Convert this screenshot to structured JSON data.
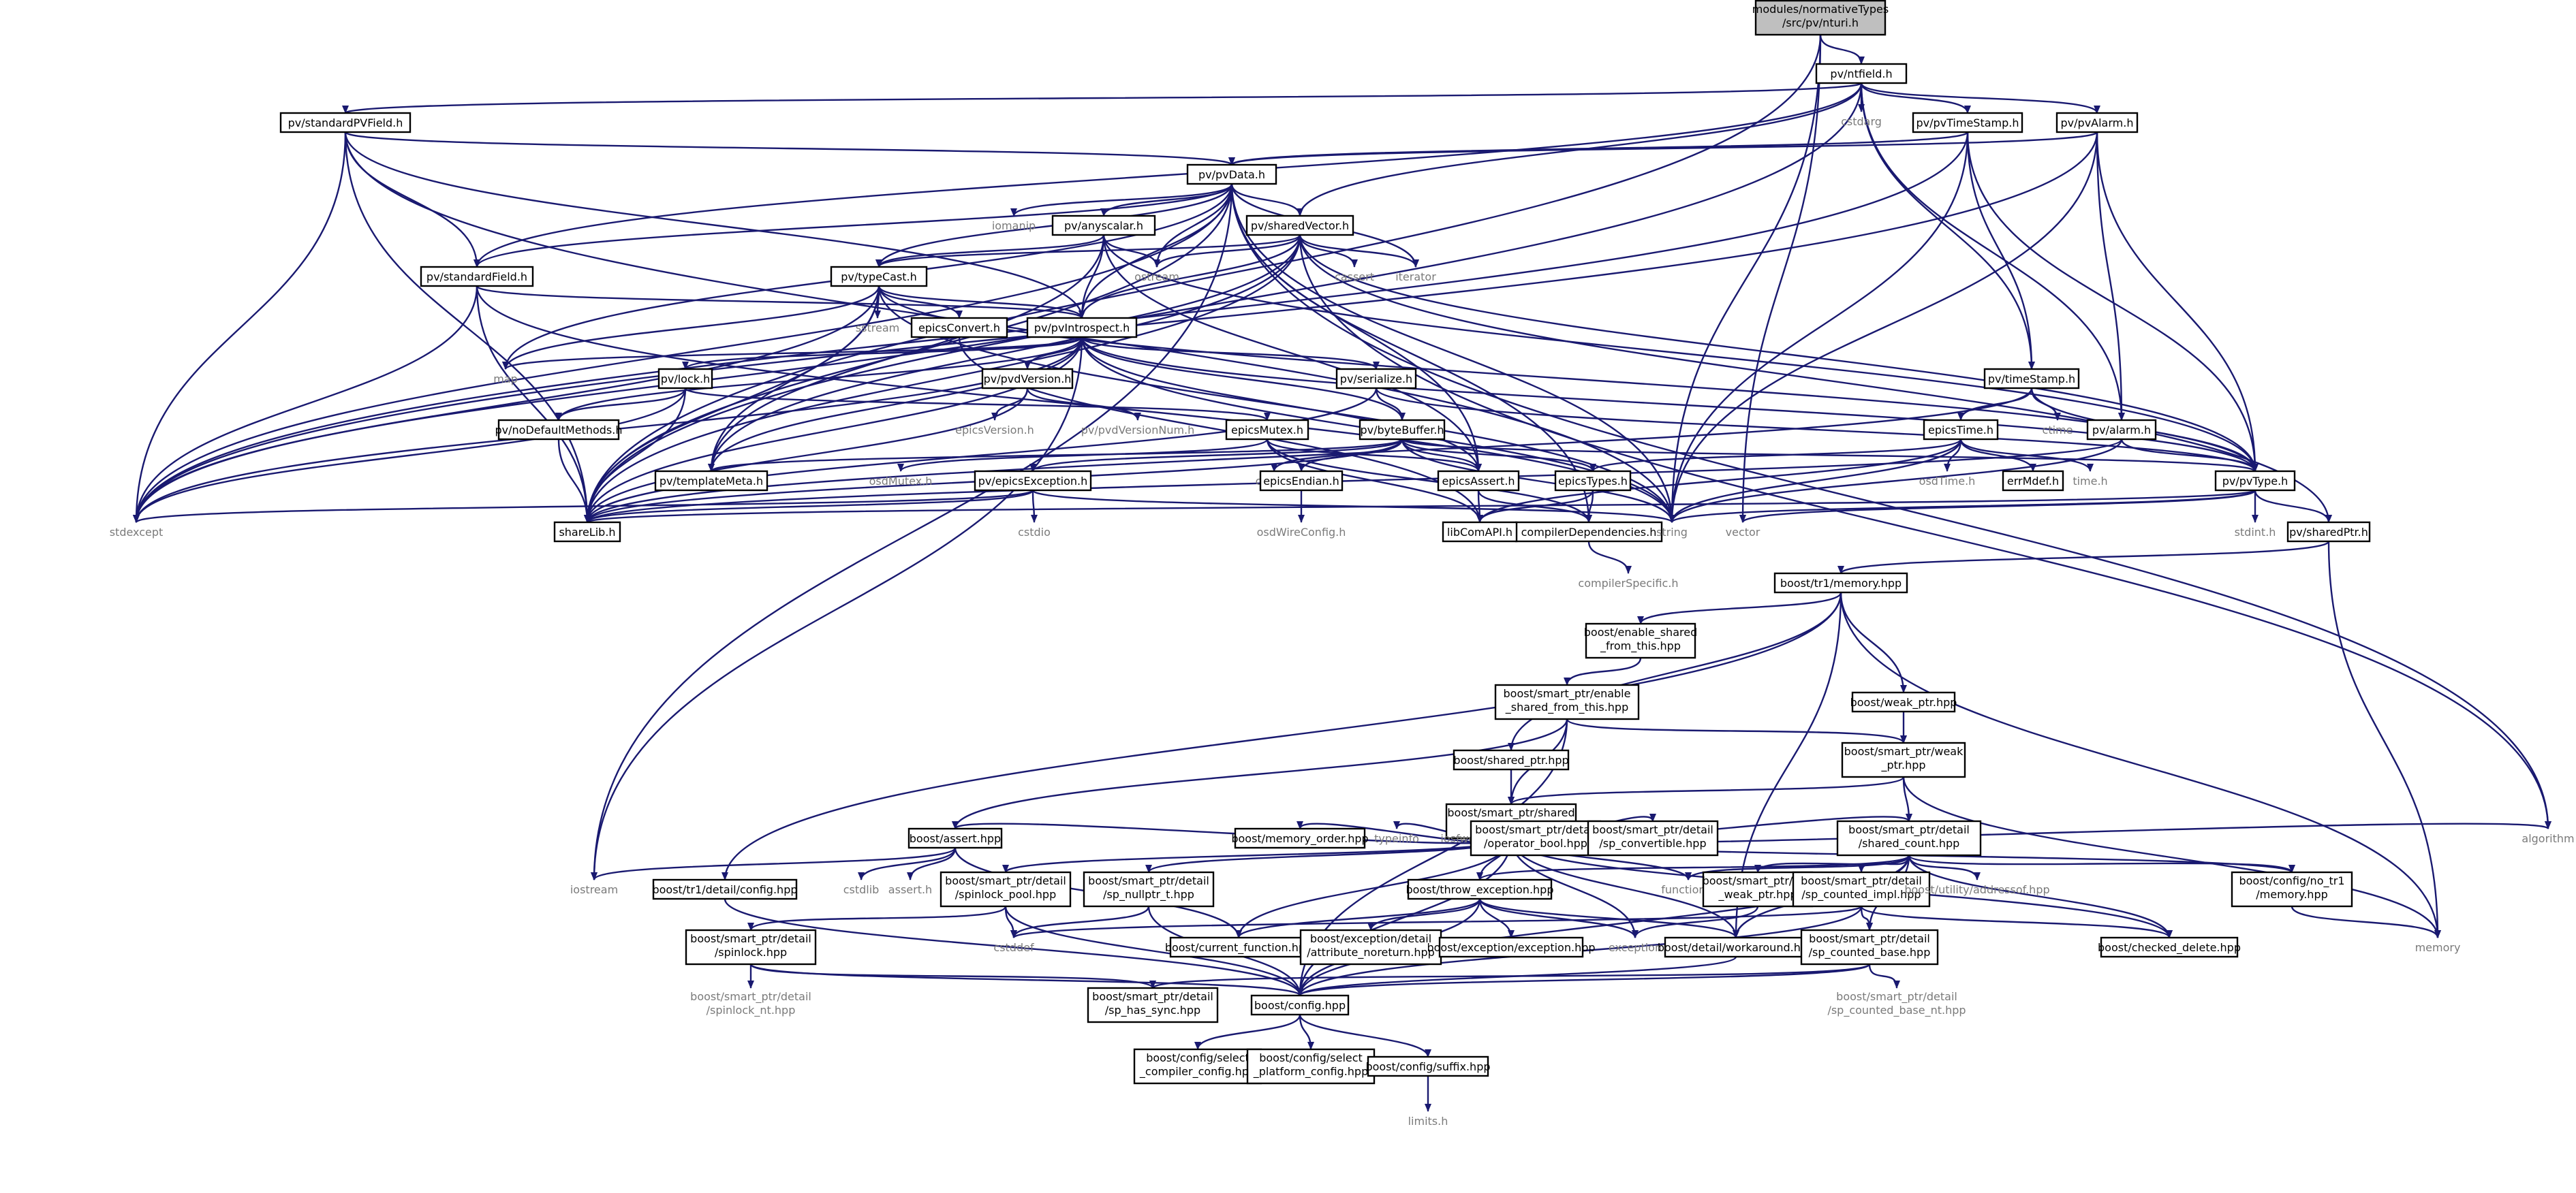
{
  "colors": {
    "edge": "#191970",
    "box_border": "#000000",
    "root_fill": "#bfbfbf",
    "external_text": "#7a7a7a"
  },
  "nodes": {
    "root": [
      "modules/normativeTypes",
      "/src/pv/nturi.h"
    ],
    "ntfield": [
      "pv/ntfield.h"
    ],
    "cstdarg": [
      "cstdarg"
    ],
    "standardPVField": [
      "pv/standardPVField.h"
    ],
    "pvTimeStamp": [
      "pv/pvTimeStamp.h"
    ],
    "pvAlarm": [
      "pv/pvAlarm.h"
    ],
    "pvData": [
      "pv/pvData.h"
    ],
    "iomanip": [
      "iomanip"
    ],
    "anyscalar": [
      "pv/anyscalar.h"
    ],
    "sharedVector": [
      "pv/sharedVector.h"
    ],
    "ostream": [
      "ostream"
    ],
    "cassert": [
      "cassert"
    ],
    "iterator": [
      "iterator"
    ],
    "standardField": [
      "pv/standardField.h"
    ],
    "typeCast": [
      "pv/typeCast.h"
    ],
    "sstream": [
      "sstream"
    ],
    "epicsConvert": [
      "epicsConvert.h"
    ],
    "pvIntrospect": [
      "pv/pvIntrospect.h"
    ],
    "map": [
      "map"
    ],
    "lock": [
      "pv/lock.h"
    ],
    "noDefaultMethods": [
      "pv/noDefaultMethods.h"
    ],
    "pvdVersion": [
      "pv/pvdVersion.h"
    ],
    "epicsVersion": [
      "epicsVersion.h"
    ],
    "pvdVersionNum": [
      "pv/pvdVersionNum.h"
    ],
    "serialize": [
      "pv/serialize.h"
    ],
    "epicsMutex": [
      "epicsMutex.h"
    ],
    "byteBuffer": [
      "pv/byteBuffer.h"
    ],
    "osdMutex": [
      "osdMutex.h"
    ],
    "templateMeta": [
      "pv/templateMeta.h"
    ],
    "epicsException": [
      "pv/epicsException.h"
    ],
    "cstdio": [
      "cstdio"
    ],
    "cstring": [
      "cstring"
    ],
    "epicsEndian": [
      "epicsEndian.h"
    ],
    "osdWireConfig": [
      "osdWireConfig.h"
    ],
    "epicsAssert": [
      "epicsAssert.h"
    ],
    "epicsTypes": [
      "epicsTypes.h"
    ],
    "compilerDependencies": [
      "compilerDependencies.h"
    ],
    "compilerSpecific": [
      "compilerSpecific.h"
    ],
    "libComAPI": [
      "libComAPI.h"
    ],
    "shareLib": [
      "shareLib.h"
    ],
    "stdexcept": [
      "stdexcept"
    ],
    "string": [
      "string"
    ],
    "vector": [
      "vector"
    ],
    "timeStamp": [
      "pv/timeStamp.h"
    ],
    "ctime": [
      "ctime"
    ],
    "epicsTime": [
      "epicsTime.h"
    ],
    "osdTime": [
      "osdTime.h"
    ],
    "errMdef": [
      "errMdef.h"
    ],
    "time": [
      "time.h"
    ],
    "alarm": [
      "pv/alarm.h"
    ],
    "pvType": [
      "pv/pvType.h"
    ],
    "stdint": [
      "stdint.h"
    ],
    "sharedPtr": [
      "pv/sharedPtr.h"
    ],
    "tr1memory": [
      "boost/tr1/memory.hpp"
    ],
    "enableShared": [
      "boost/enable_shared",
      "_from_this.hpp"
    ],
    "spEnableShared": [
      "boost/smart_ptr/enable",
      "_shared_from_this.hpp"
    ],
    "weakPtr": [
      "boost/weak_ptr.hpp"
    ],
    "sharedPtrHpp": [
      "boost/shared_ptr.hpp"
    ],
    "spWeakPtr": [
      "boost/smart_ptr/weak",
      "_ptr.hpp"
    ],
    "spSharedPtr": [
      "boost/smart_ptr/shared",
      "_ptr.hpp"
    ],
    "algorithm": [
      "algorithm"
    ],
    "assertHpp": [
      "boost/assert.hpp"
    ],
    "memoryOrder": [
      "boost/memory_order.hpp"
    ],
    "typeinfo": [
      "typeinfo"
    ],
    "iosfwd": [
      "iosfwd"
    ],
    "operatorBool": [
      "boost/smart_ptr/detail",
      "/operator_bool.hpp"
    ],
    "spConvertible": [
      "boost/smart_ptr/detail",
      "/sp_convertible.hpp"
    ],
    "sharedCount": [
      "boost/smart_ptr/detail",
      "/shared_count.hpp"
    ],
    "iostream": [
      "iostream"
    ],
    "tr1Config": [
      "boost/tr1/detail/config.hpp"
    ],
    "cstdlib": [
      "cstdlib"
    ],
    "assertH": [
      "assert.h"
    ],
    "spinlockPool": [
      "boost/smart_ptr/detail",
      "/spinlock_pool.hpp"
    ],
    "spNullptr": [
      "boost/smart_ptr/detail",
      "/sp_nullptr_t.hpp"
    ],
    "throwException": [
      "boost/throw_exception.hpp"
    ],
    "functional": [
      "functional"
    ],
    "badWeakPtr": [
      "boost/smart_ptr/bad",
      "_weak_ptr.hpp"
    ],
    "spCountedImpl": [
      "boost/smart_ptr/detail",
      "/sp_counted_impl.hpp"
    ],
    "addressof": [
      "boost/utility/addressof.hpp"
    ],
    "noTr1Memory": [
      "boost/config/no_tr1",
      "/memory.hpp"
    ],
    "memory": [
      "memory"
    ],
    "spinlock": [
      "boost/smart_ptr/detail",
      "/spinlock.hpp"
    ],
    "cstddef": [
      "cstddef"
    ],
    "currentFunction": [
      "boost/current_function.hpp"
    ],
    "attrNoreturn": [
      "boost/exception/detail",
      "/attribute_noreturn.hpp"
    ],
    "exceptionHpp": [
      "boost/exception/exception.hpp"
    ],
    "exception": [
      "exception"
    ],
    "workaround": [
      "boost/detail/workaround.hpp"
    ],
    "spCountedBase": [
      "boost/smart_ptr/detail",
      "/sp_counted_base.hpp"
    ],
    "checkedDelete": [
      "boost/checked_delete.hpp"
    ],
    "spinlockNt": [
      "boost/smart_ptr/detail",
      "/spinlock_nt.hpp"
    ],
    "spHasSync": [
      "boost/smart_ptr/detail",
      "/sp_has_sync.hpp"
    ],
    "config": [
      "boost/config.hpp"
    ],
    "spCountedBaseNt": [
      "boost/smart_ptr/detail",
      "/sp_counted_base_nt.hpp"
    ],
    "selectCompiler": [
      "boost/config/select",
      "_compiler_config.hpp"
    ],
    "selectPlatform": [
      "boost/config/select",
      "_platform_config.hpp"
    ],
    "suffix": [
      "boost/config/suffix.hpp"
    ],
    "limits": [
      "limits.h"
    ]
  }
}
